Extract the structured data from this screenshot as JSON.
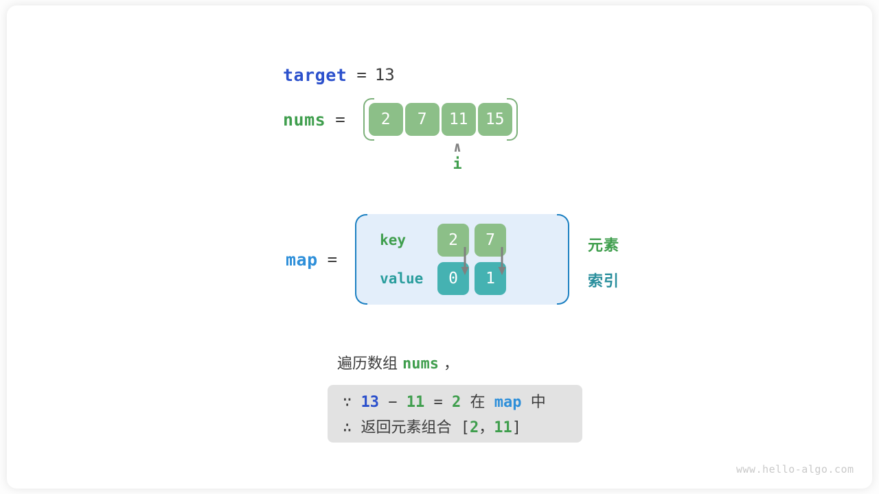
{
  "diagram": {
    "title_watermark": "www.hello-algo.com",
    "target": {
      "label": "target",
      "equals": "=",
      "value": "13"
    },
    "nums": {
      "label": "nums",
      "equals": "=",
      "values": [
        "2",
        "7",
        "11",
        "15"
      ],
      "pointer": {
        "caret": "∧",
        "label": "i",
        "index": 2
      }
    },
    "map": {
      "label": "map",
      "equals": "=",
      "key_label": "key",
      "value_label": "value",
      "keys": [
        "2",
        "7"
      ],
      "values": [
        "0",
        "1"
      ],
      "legend_element": "元素",
      "legend_index": "索引"
    },
    "explanation": {
      "line_prefix": "遍历数组",
      "line_var": "nums",
      "line_suffix": "，",
      "result": {
        "because_symbol": "∵",
        "a": "13",
        "minus": "−",
        "b": "11",
        "equals": "=",
        "c": "2",
        "in_text": "在",
        "map_name": "map",
        "middle_text": "中",
        "therefore_symbol": "∴",
        "return_text": "返回元素组合",
        "bracket_open": "[",
        "pair_a": "2",
        "comma": "，",
        "pair_b": "11",
        "bracket_close": "]"
      }
    }
  },
  "colors": {
    "target_blue": "#2b50cc",
    "map_blue": "#2e8fd9",
    "green": "#3f9e4d",
    "cell_green": "#8cbf88",
    "cell_teal": "#45b2b2",
    "map_bg": "#e3eefa",
    "map_border": "#1a7fc1",
    "result_bg": "#e2e2e2",
    "arrow_grey": "#808080"
  }
}
